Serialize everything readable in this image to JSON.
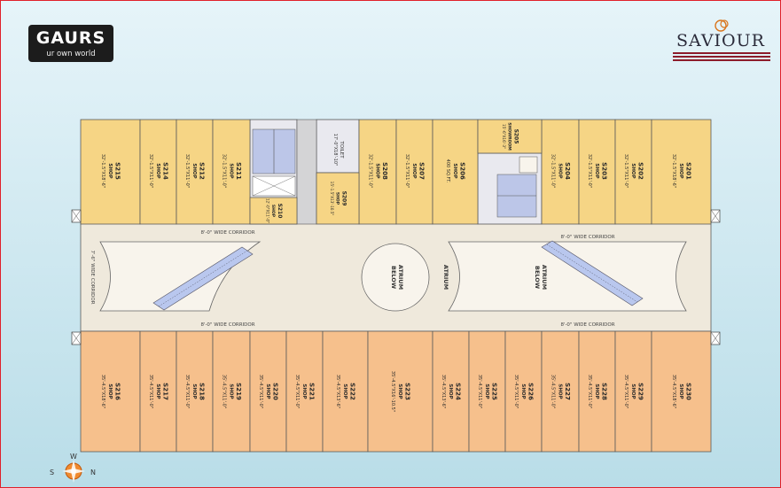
{
  "logos": {
    "developer": {
      "name": "GAURS",
      "tagline": "ur own world"
    },
    "project": {
      "name": "SAVIOUR"
    }
  },
  "corridors": {
    "upper_left": "8'-0\" WIDE CORRIDOR",
    "upper_right": "8'-0\" WIDE CORRIDOR",
    "lower_left": "8'-0\" WIDE CORRIDOR",
    "lower_right": "8'-0\" WIDE CORRIDOR",
    "side": "7'-6\" WIDE CORRIDOR"
  },
  "atrium": {
    "circle_label": [
      "ATRIUM",
      "BELOW"
    ],
    "right_label": [
      "ATRIUM",
      "BELOW"
    ],
    "mid_label": "ATRIUM"
  },
  "toilet": {
    "label": "TOILET",
    "size": "17'-0\"X18'-10\""
  },
  "showroom_note": "SHOWROOM",
  "top_shops": [
    {
      "id": "S215",
      "type": "SHOP",
      "size": "32'-1.5\"X18'-6\""
    },
    {
      "id": "S214",
      "type": "SHOP",
      "size": "32'-1.5\"X11'-0\""
    },
    {
      "id": "S212",
      "type": "SHOP",
      "size": "32'-1.5\"X11'-0\""
    },
    {
      "id": "S211",
      "type": "SHOP",
      "size": "32'-1.5\"X11'-0\""
    },
    {
      "id": "S208",
      "type": "SHOP",
      "size": "32'-1.5\"X11'-0\""
    },
    {
      "id": "S207",
      "type": "SHOP",
      "size": "32'-1.5\"X11'-0\""
    },
    {
      "id": "S206",
      "type": "SHOP",
      "size": "400 SQ.FT."
    },
    {
      "id": "S204",
      "type": "SHOP",
      "size": "32'-1.5\"X11'-0\""
    },
    {
      "id": "S203",
      "type": "SHOP",
      "size": "32'-1.5\"X11'-0\""
    },
    {
      "id": "S202",
      "type": "SHOP",
      "size": "32'-1.5\"X11'-0\""
    },
    {
      "id": "S201",
      "type": "SHOP",
      "size": "32'-1.5\"X18'-6\""
    }
  ],
  "small_shops": [
    {
      "id": "S210",
      "type": "SHOP",
      "size": "12'-0\"X11'-0\""
    },
    {
      "id": "S209",
      "type": "SHOP",
      "size": "15'-1.5\"X13'-10.5\""
    },
    {
      "id": "S205",
      "type": "SHOWROOM",
      "size": "15'-6\"X16'-3\""
    }
  ],
  "bottom_shops": [
    {
      "id": "S216",
      "type": "SHOP",
      "size": "35'-4.5\"X18'-6\""
    },
    {
      "id": "S217",
      "type": "SHOP",
      "size": "35'-4.5\"X11'-0\""
    },
    {
      "id": "S218",
      "type": "SHOP",
      "size": "35'-4.5\"X11'-0\""
    },
    {
      "id": "S219",
      "type": "SHOP",
      "size": "35'-4.5\"X11'-0\""
    },
    {
      "id": "S220",
      "type": "SHOP",
      "size": "35'-4.5\"X11'-0\""
    },
    {
      "id": "S221",
      "type": "SHOP",
      "size": "35'-4.5\"X11'-0\""
    },
    {
      "id": "S222",
      "type": "SHOP",
      "size": "35'-4.5\"X13'-6\""
    },
    {
      "id": "S223",
      "type": "SHOP",
      "size": "35'-4.5\"X16'-10.5\""
    },
    {
      "id": "S224",
      "type": "SHOP",
      "size": "35'-4.5\"X13'-6\""
    },
    {
      "id": "S225",
      "type": "SHOP",
      "size": "35'-4.5\"X11'-0\""
    },
    {
      "id": "S226",
      "type": "SHOP",
      "size": "35'-4.5\"X11'-0\""
    },
    {
      "id": "S227",
      "type": "SHOP",
      "size": "35'-4.5\"X11'-0\""
    },
    {
      "id": "S228",
      "type": "SHOP",
      "size": "35'-4.5\"X11'-0\""
    },
    {
      "id": "S229",
      "type": "SHOP",
      "size": "35'-4.5\"X11'-0\""
    },
    {
      "id": "S230",
      "type": "SHOP",
      "size": "35'-4.5\"X18'-6\""
    }
  ],
  "compass": {
    "w": "W",
    "s": "S",
    "n": "N"
  },
  "colors": {
    "top_shop_fill": "#f6d585",
    "bottom_shop_fill": "#f6c08c",
    "corridor_fill": "#efe9dc",
    "outline": "#5a5a5a",
    "frame_border": "#e0202a"
  }
}
